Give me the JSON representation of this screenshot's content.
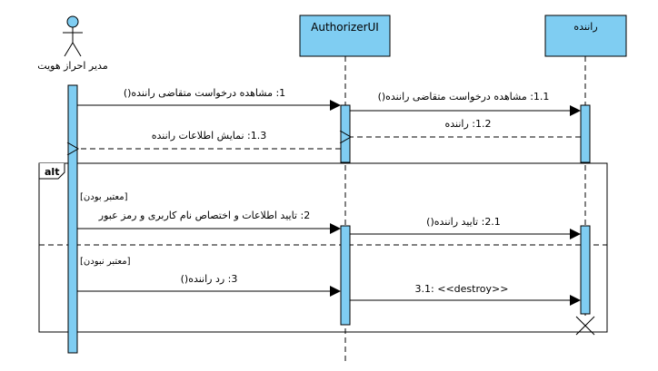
{
  "colors": {
    "lifeline_fill": "#7fcdf2",
    "line": "#000000",
    "background": "#ffffff"
  },
  "participants": [
    {
      "id": "actor",
      "label": "مدیر احراز هویت",
      "kind": "actor"
    },
    {
      "id": "ui",
      "label": "AuthorizerUI",
      "kind": "object"
    },
    {
      "id": "driver",
      "label": "راننده",
      "kind": "object"
    }
  ],
  "messages": [
    {
      "id": "m1",
      "label": "1: مشاهده درخواست متقاضی راننده()",
      "kind": "call"
    },
    {
      "id": "m1_1",
      "label": "1.1: مشاهده درخواست متقاضی راننده()",
      "kind": "call"
    },
    {
      "id": "m1_2",
      "label": "1.2: راننده",
      "kind": "return"
    },
    {
      "id": "m1_3",
      "label": "1.3: نمایش اطلاعات راننده",
      "kind": "return"
    },
    {
      "id": "m2",
      "label": "2: تایید اطلاعات و اختصاص نام کاربری و رمز عبور",
      "kind": "call"
    },
    {
      "id": "m2_1",
      "label": "2.1: تایید راننده()",
      "kind": "call"
    },
    {
      "id": "m3",
      "label": "3: رد راننده()",
      "kind": "call"
    },
    {
      "id": "m3_1",
      "label": "3.1: <<destroy>>",
      "kind": "call"
    }
  ],
  "fragment": {
    "operator": "alt",
    "guards": [
      "[معتبر بودن]",
      "[معتبر نبودن]"
    ]
  }
}
